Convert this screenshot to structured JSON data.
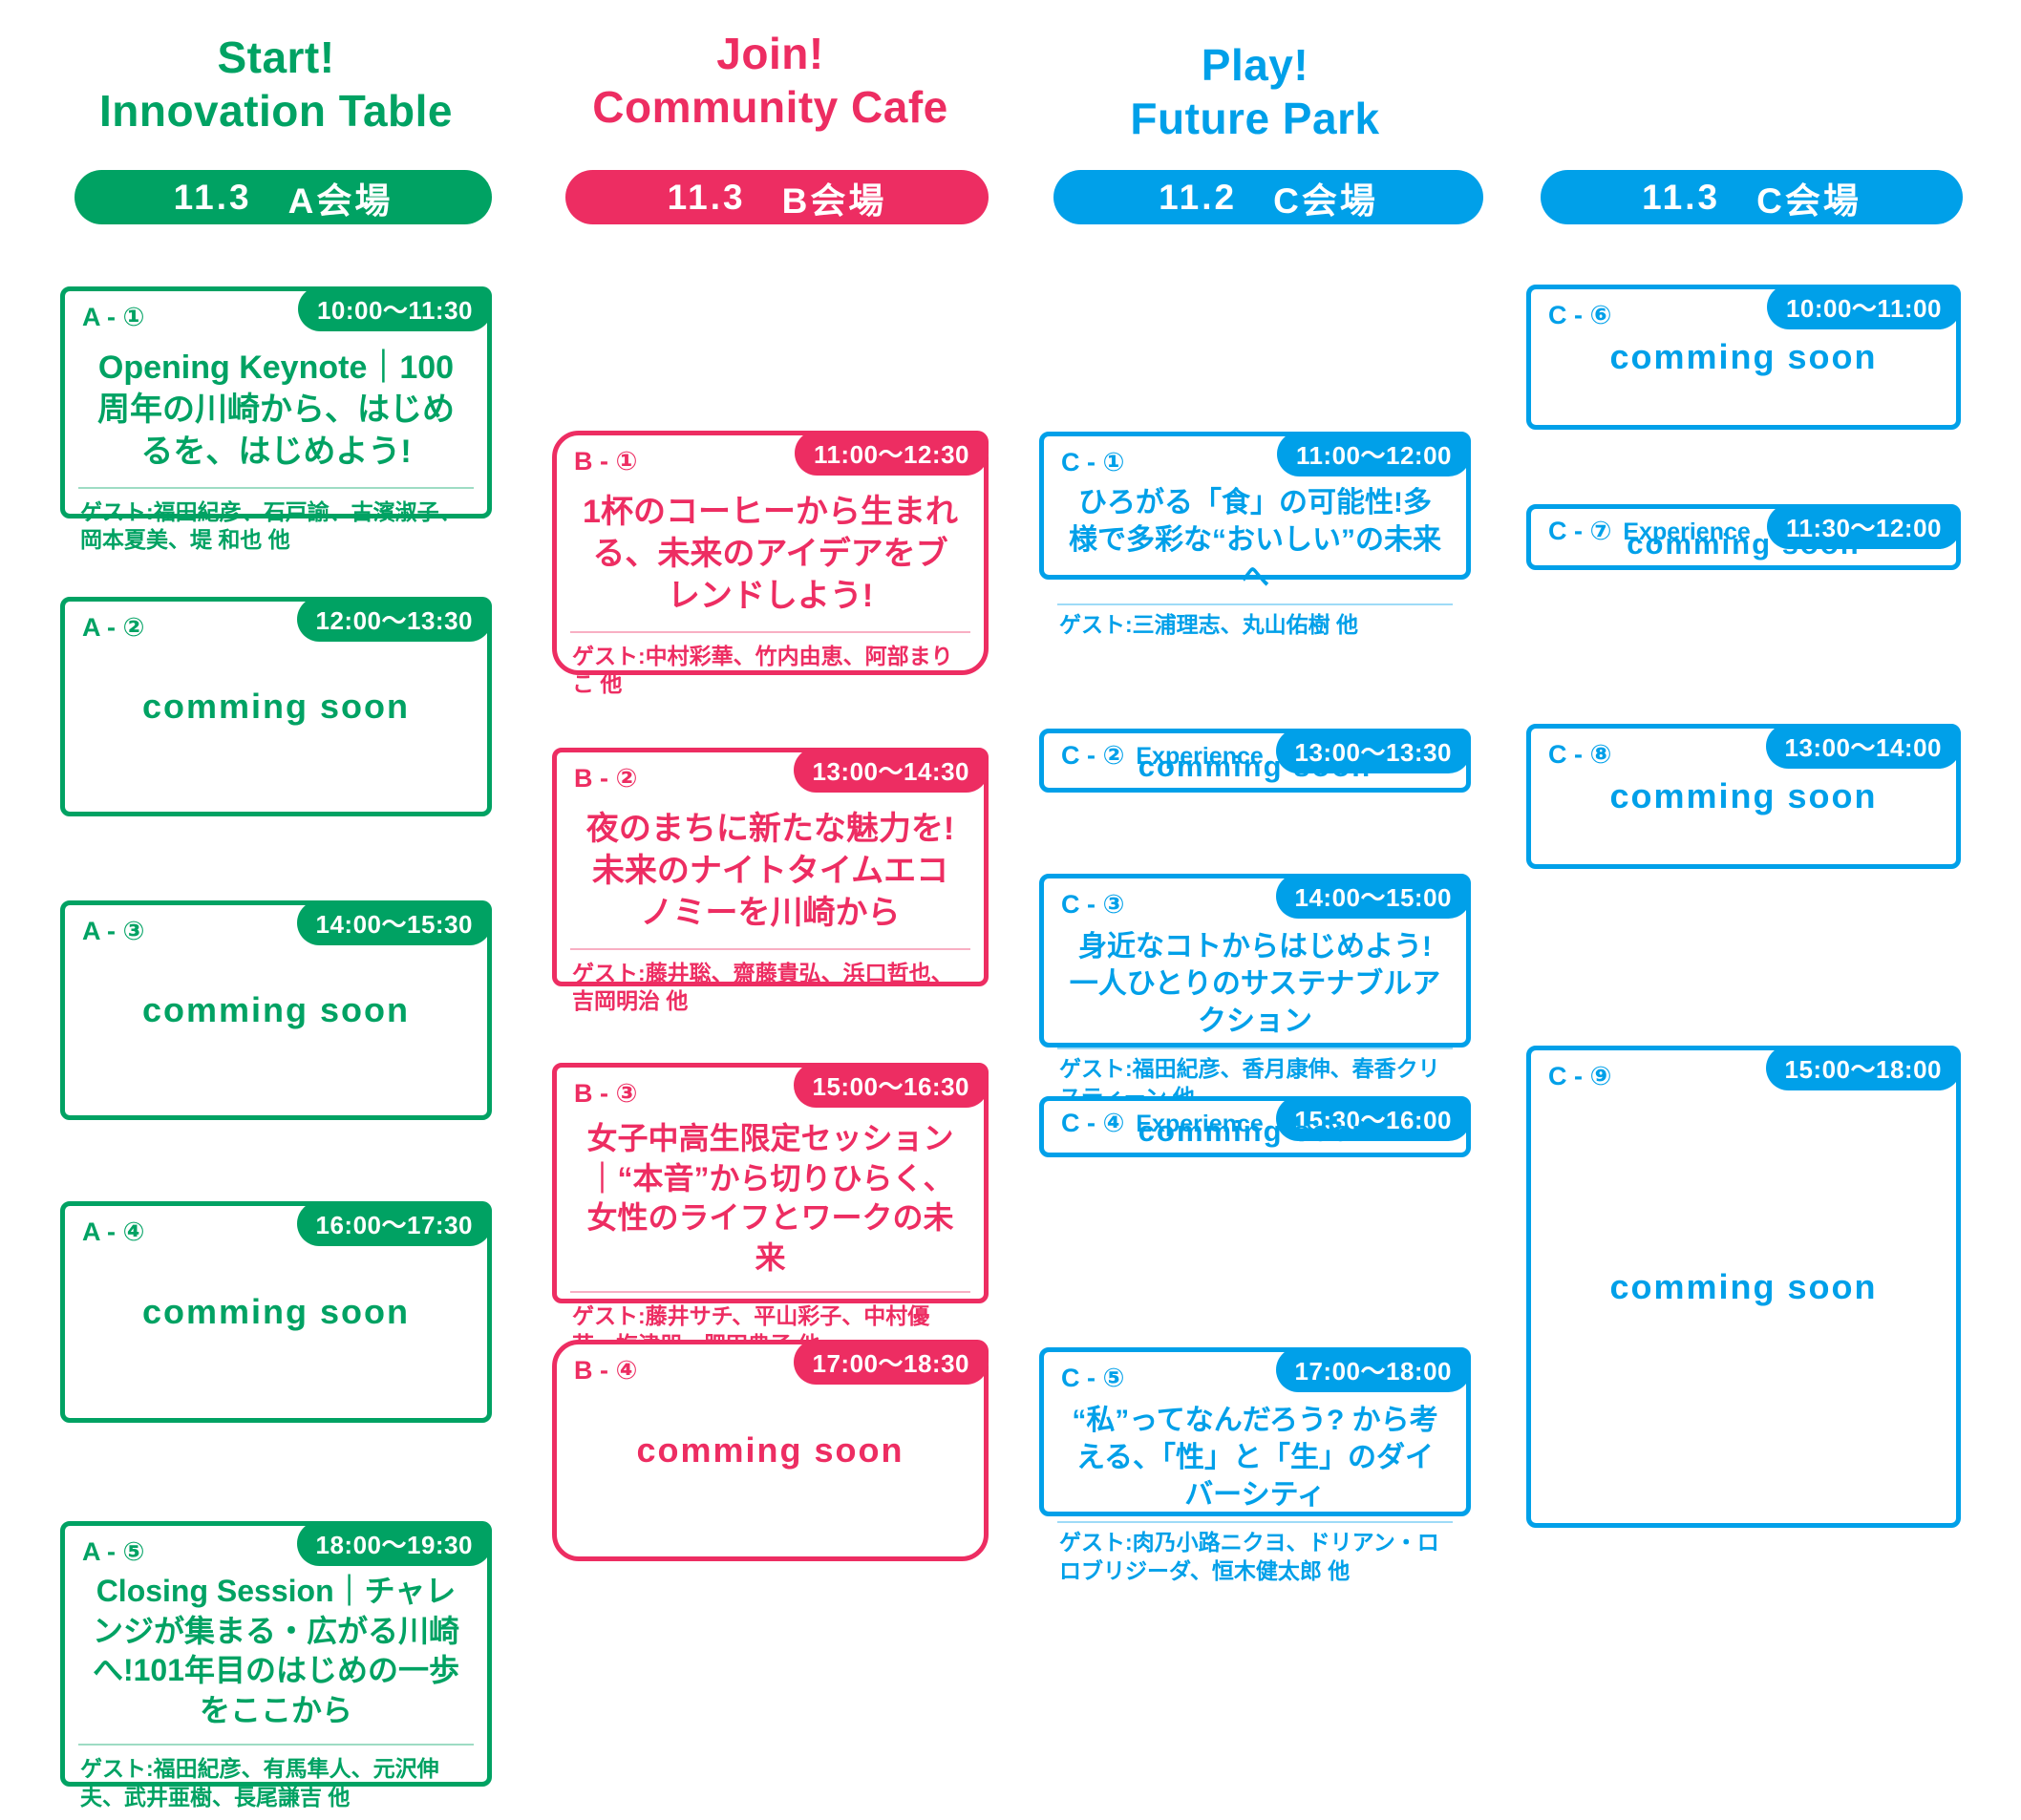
{
  "colors": {
    "green": "#00a263",
    "pink": "#ed2d62",
    "blue": "#00a0e9"
  },
  "columns": [
    {
      "title_line1": "Start!",
      "title_line2": "Innovation Table",
      "badge": {
        "date": "11.3",
        "venue": "A会場"
      },
      "cards": [
        {
          "id": "A - ①",
          "time": "10:00〜11:30",
          "title": "Opening Keynote｜100周年の川崎から、はじめるを、はじめよう!",
          "guests": "ゲスト:福田紀彦、石戸諭、古濱淑子、岡本夏美、堤 和也 他"
        },
        {
          "id": "A - ②",
          "time": "12:00〜13:30",
          "coming": "comming soon"
        },
        {
          "id": "A - ③",
          "time": "14:00〜15:30",
          "coming": "comming soon"
        },
        {
          "id": "A - ④",
          "time": "16:00〜17:30",
          "coming": "comming soon"
        },
        {
          "id": "A - ⑤",
          "time": "18:00〜19:30",
          "title": "Closing Session｜チャレンジが集まる・広がる川崎へ!101年目のはじめの一歩をここから",
          "guests": "ゲスト:福田紀彦、有馬隼人、元沢伸夫、武井亜樹、長尾謙吉 他"
        }
      ]
    },
    {
      "title_line1": "Join!",
      "title_line2": "Community Cafe",
      "badge": {
        "date": "11.3",
        "venue": "B会場"
      },
      "cards": [
        {
          "id": "B - ①",
          "time": "11:00〜12:30",
          "title": "1杯のコーヒーから生まれる、未来のアイデアをブレンドしよう!",
          "guests": "ゲスト:中村彩華、竹内由恵、阿部まりこ 他"
        },
        {
          "id": "B - ②",
          "time": "13:00〜14:30",
          "title": "夜のまちに新たな魅力を!未来のナイトタイムエコノミーを川崎から",
          "guests": "ゲスト:藤井聡、齋藤貴弘、浜口哲也、吉岡明治 他"
        },
        {
          "id": "B - ③",
          "time": "15:00〜16:30",
          "title": "女子中高生限定セッション｜“本音”から切りひらく、女性のライフとワークの未来",
          "guests": "ゲスト:藤井サチ、平山彩子、中村優花、梅津朋、肥田典子 他"
        },
        {
          "id": "B - ④",
          "time": "17:00〜18:30",
          "coming": "comming soon"
        }
      ]
    },
    {
      "title_line1": "Play!",
      "title_line2": "Future Park",
      "badge": {
        "date": "11.2",
        "venue": "C会場"
      },
      "cards": [
        {
          "id": "C - ①",
          "time": "11:00〜12:00",
          "title": "ひろがる「食」の可能性!多様で多彩な“おいしい”の未来へ",
          "guests": "ゲスト:三浦理志、丸山佑樹 他"
        },
        {
          "id": "C - ②",
          "tag": "Experience",
          "time": "13:00〜13:30",
          "coming": "comming soon"
        },
        {
          "id": "C - ③",
          "time": "14:00〜15:00",
          "title": "身近なコトからはじめよう!一人ひとりのサステナブルアクション",
          "guests": "ゲスト:福田紀彦、香月康伸、春香クリスティーン 他"
        },
        {
          "id": "C - ④",
          "tag": "Experience",
          "time": "15:30〜16:00",
          "coming": "comming soon"
        },
        {
          "id": "C - ⑤",
          "time": "17:00〜18:00",
          "title": "“私”ってなんだろう? から考える、「性」と「生」のダイバーシティ",
          "guests": "ゲスト:肉乃小路ニクヨ、ドリアン・ロロブリジーダ、恒木健太郎 他"
        }
      ]
    },
    {
      "badge": {
        "date": "11.3",
        "venue": "C会場"
      },
      "cards": [
        {
          "id": "C - ⑥",
          "time": "10:00〜11:00",
          "coming": "comming soon"
        },
        {
          "id": "C - ⑦",
          "tag": "Experience",
          "time": "11:30〜12:00",
          "coming": "comming soon"
        },
        {
          "id": "C - ⑧",
          "time": "13:00〜14:00",
          "coming": "comming soon"
        },
        {
          "id": "C - ⑨",
          "time": "15:00〜18:00",
          "coming": "comming soon"
        }
      ]
    }
  ]
}
